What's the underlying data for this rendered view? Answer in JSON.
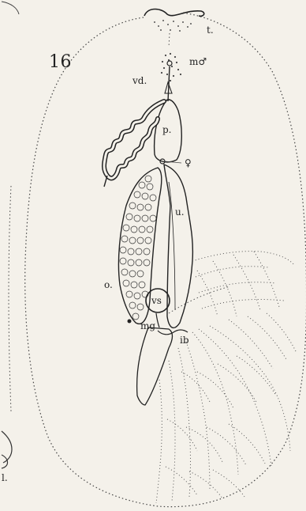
{
  "figure": {
    "number": "16",
    "labels": {
      "t": "t.",
      "m_male": "m♂",
      "vd": "vd.",
      "p": "p.",
      "female": "♀",
      "u": "u.",
      "o": "o.",
      "vs": "vs",
      "mg": "mg",
      "ib": "ib",
      "edge": "l."
    }
  },
  "colors": {
    "paper": "#f4f1ea",
    "ink": "#222222",
    "stipple": "#555555"
  }
}
